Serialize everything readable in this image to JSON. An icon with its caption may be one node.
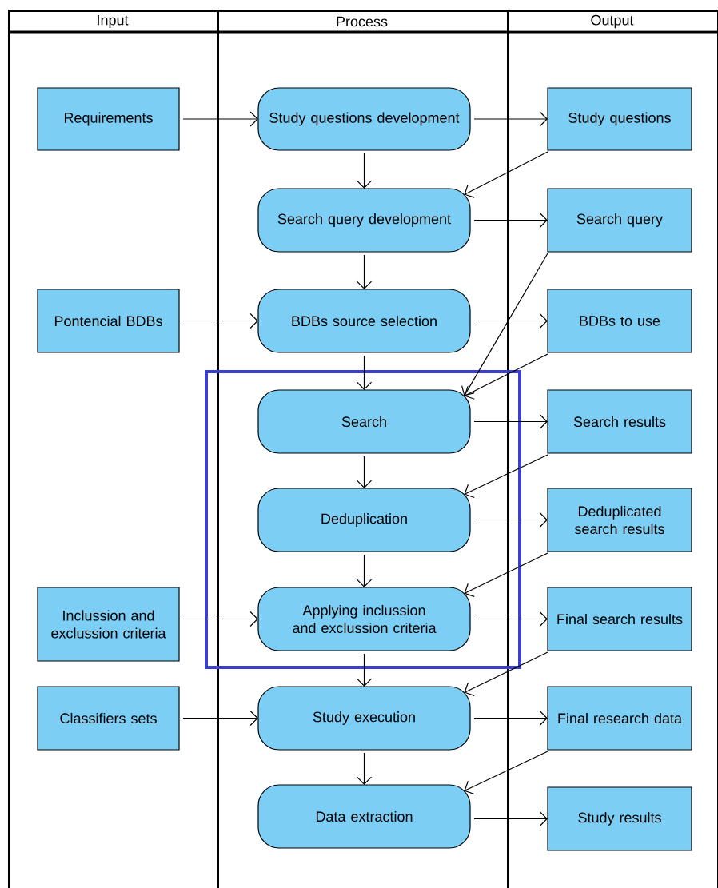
{
  "diagram": {
    "nodes": [
      {
        "text": [
          "Input"
        ]
      },
      {
        "text": [
          "Process"
        ]
      },
      {
        "text": [
          "Output"
        ]
      },
      {
        "text": [
          "Requirements"
        ],
        "in": 0
      },
      {
        "text": [
          "Study questions development"
        ],
        "in": 1
      },
      {
        "text": [
          "Study questions"
        ],
        "in": 2
      },
      {
        "text": [
          "Search query development"
        ],
        "in": 1
      },
      {
        "text": [
          "Search query"
        ],
        "in": 2
      },
      {
        "text": [
          "Pontencial BDBs"
        ],
        "in": 0
      },
      {
        "text": [
          "BDBs source selection"
        ],
        "in": 1
      },
      {
        "text": [
          "BDBs to use"
        ],
        "in": 2
      },
      {
        "text": [
          "Search"
        ],
        "in": 1
      },
      {
        "text": [
          "Search results"
        ],
        "in": 2
      },
      {
        "text": [
          "Deduplication"
        ],
        "in": 1
      },
      {
        "text": [
          "Deduplicated search results"
        ],
        "in": 2
      },
      {
        "text": [
          "Inclussion and exclussion criteria"
        ],
        "in": 0
      },
      {
        "text": [
          "Applying inclussion and exclussion criteria"
        ],
        "in": 1
      },
      {
        "text": [
          "Final search results"
        ],
        "in": 2
      },
      {
        "text": [
          "Classifiers sets"
        ],
        "in": 0
      },
      {
        "text": [
          "Study execution"
        ],
        "in": 1
      },
      {
        "text": [
          "Final research data"
        ],
        "in": 2
      },
      {
        "text": [
          "Data extraction"
        ],
        "in": 1
      },
      {
        "text": [
          "Study results"
        ],
        "in": 2
      }
    ],
    "edges": [
      {
        "from": 3,
        "to": 4,
        "arrow": "to"
      },
      {
        "from": 4,
        "to": 5,
        "arrow": "to"
      },
      {
        "from": 4,
        "to": 6,
        "arrow": "to"
      },
      {
        "from": 5,
        "to": 6,
        "arrow": "to"
      },
      {
        "from": 6,
        "to": 7,
        "arrow": "to"
      },
      {
        "from": 6,
        "to": 9,
        "arrow": "to"
      },
      {
        "from": 7,
        "to": 11,
        "arrow": "to"
      },
      {
        "from": 8,
        "to": 9,
        "arrow": "to"
      },
      {
        "from": 9,
        "to": 10,
        "arrow": "to"
      },
      {
        "from": 9,
        "to": 11,
        "arrow": "to"
      },
      {
        "from": 10,
        "to": 11,
        "arrow": "to"
      },
      {
        "from": 11,
        "to": 12,
        "arrow": "to"
      },
      {
        "from": 11,
        "to": 13,
        "arrow": "to"
      },
      {
        "from": 12,
        "to": 13,
        "arrow": "to"
      },
      {
        "from": 13,
        "to": 14,
        "arrow": "to"
      },
      {
        "from": 13,
        "to": 16,
        "arrow": "to"
      },
      {
        "from": 14,
        "to": 16,
        "arrow": "to"
      },
      {
        "from": 15,
        "to": 16,
        "arrow": "to"
      },
      {
        "from": 16,
        "to": 17,
        "arrow": "to"
      },
      {
        "from": 16,
        "to": 19,
        "arrow": "to"
      },
      {
        "from": 17,
        "to": 19,
        "arrow": "to"
      },
      {
        "from": 18,
        "to": 19,
        "arrow": "to"
      },
      {
        "from": 19,
        "to": 20,
        "arrow": "to"
      },
      {
        "from": 19,
        "to": 21,
        "arrow": "to"
      },
      {
        "from": 20,
        "to": 21,
        "arrow": "to"
      },
      {
        "from": 21,
        "to": 22,
        "arrow": "to"
      }
    ]
  }
}
